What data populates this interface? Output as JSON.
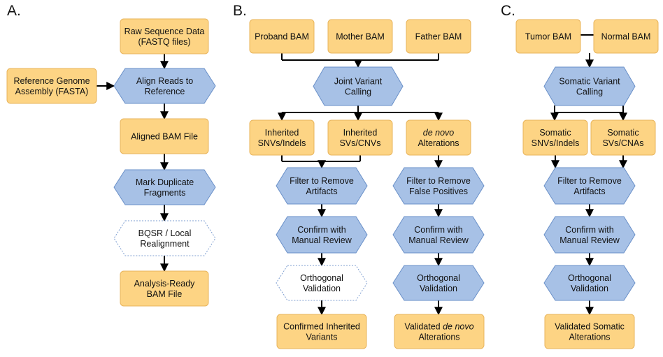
{
  "colors": {
    "box_fill": "#fdd484",
    "box_stroke": "#e8b45c",
    "hex_fill": "#a7c1e6",
    "hex_stroke": "#6a90c8",
    "dashed_stroke": "#7f9fd1",
    "arrow": "#000000"
  },
  "panels": {
    "a": {
      "label": "A.",
      "raw_data": [
        "Raw Sequence Data",
        "(FASTQ files)"
      ],
      "reference": [
        "Reference Genome",
        "Assembly (FASTA)"
      ],
      "align": [
        "Align Reads to",
        "Reference"
      ],
      "aligned_bam": [
        "Aligned BAM File"
      ],
      "mark_dup": [
        "Mark Duplicate",
        "Fragments"
      ],
      "bqsr": [
        "BQSR / Local",
        "Realignment"
      ],
      "analysis_ready": [
        "Analysis-Ready",
        "BAM File"
      ]
    },
    "b": {
      "label": "B.",
      "proband": [
        "Proband BAM"
      ],
      "mother": [
        "Mother BAM"
      ],
      "father": [
        "Father BAM"
      ],
      "joint_calling": [
        "Joint Variant",
        "Calling"
      ],
      "inherited_snv": [
        "Inherited",
        "SNVs/Indels"
      ],
      "inherited_sv": [
        "Inherited",
        "SVs/CNVs"
      ],
      "de_novo": [
        "de novo",
        "Alterations"
      ],
      "filter_artifacts": [
        "Filter to Remove",
        "Artifacts"
      ],
      "filter_fp": [
        "Filter to Remove",
        "False Positives"
      ],
      "confirm_left": [
        "Confirm with",
        "Manual Review"
      ],
      "confirm_right": [
        "Confirm with",
        "Manual Review"
      ],
      "ortho_left": [
        "Orthogonal",
        "Validation"
      ],
      "ortho_right": [
        "Orthogonal",
        "Validation"
      ],
      "confirmed_inherited": [
        "Confirmed Inherited",
        "Variants"
      ],
      "validated_de_novo": [
        "Validated de novo",
        "Alterations"
      ]
    },
    "c": {
      "label": "C.",
      "tumor": [
        "Tumor BAM"
      ],
      "normal": [
        "Normal BAM"
      ],
      "somatic_calling": [
        "Somatic Variant",
        "Calling"
      ],
      "somatic_snv": [
        "Somatic",
        "SNVs/Indels"
      ],
      "somatic_sv": [
        "Somatic",
        "SVs/CNAs"
      ],
      "filter_artifacts": [
        "Filter to Remove",
        "Artifacts"
      ],
      "confirm": [
        "Confirm with",
        "Manual Review"
      ],
      "ortho": [
        "Orthogonal",
        "Validation"
      ],
      "validated_somatic": [
        "Validated Somatic",
        "Alterations"
      ]
    }
  }
}
